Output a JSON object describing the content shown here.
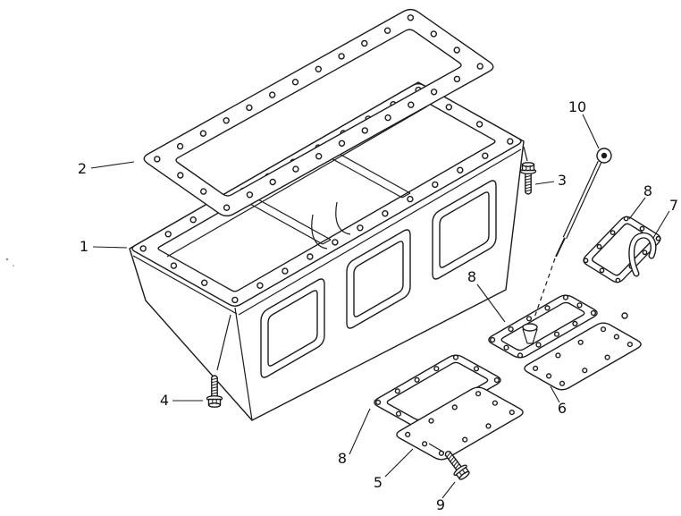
{
  "figure": {
    "type": "exploded-parts-diagram",
    "subject": "engine oil pan assembly line drawing",
    "background_color": "#ffffff",
    "line_color": "#1c1c1c",
    "callouts": {
      "c1": {
        "text": "1"
      },
      "c2": {
        "text": "2"
      },
      "c3": {
        "text": "3"
      },
      "c4": {
        "text": "4"
      },
      "c5": {
        "text": "5"
      },
      "c6": {
        "text": "6"
      },
      "c7": {
        "text": "7"
      },
      "c8a": {
        "text": "8"
      },
      "c8b": {
        "text": "8"
      },
      "c8c": {
        "text": "8"
      },
      "c9": {
        "text": "9"
      },
      "c10": {
        "text": "10"
      }
    }
  }
}
